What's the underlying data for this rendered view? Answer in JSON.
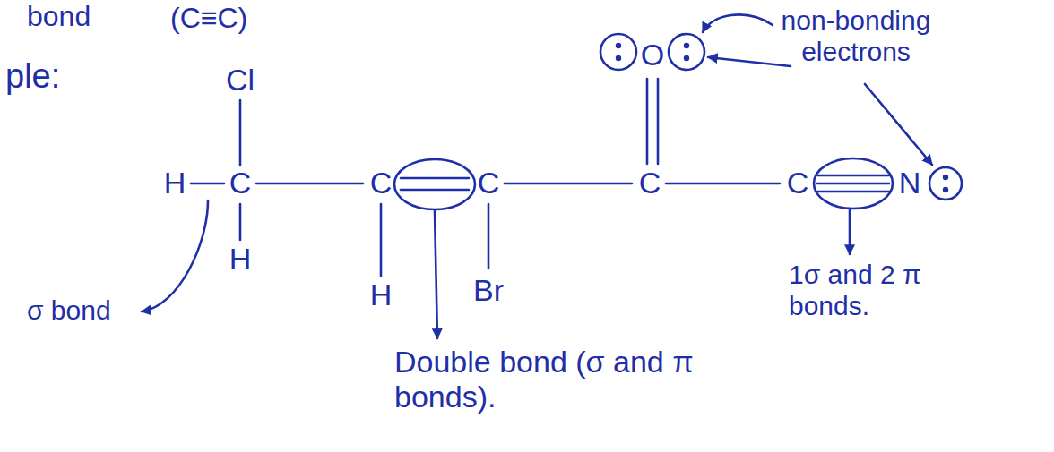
{
  "diagram": {
    "labels": [
      "bond",
      "(C≡C)",
      "ple:",
      "non-bonding electrons",
      "O",
      "Cl",
      "H",
      "C",
      "C",
      "C",
      "C",
      "C",
      "N",
      "H",
      "H",
      "Br",
      "1σ and 2 π bonds.",
      "σ bond",
      "Double bond (σ and π bonds)."
    ]
  }
}
